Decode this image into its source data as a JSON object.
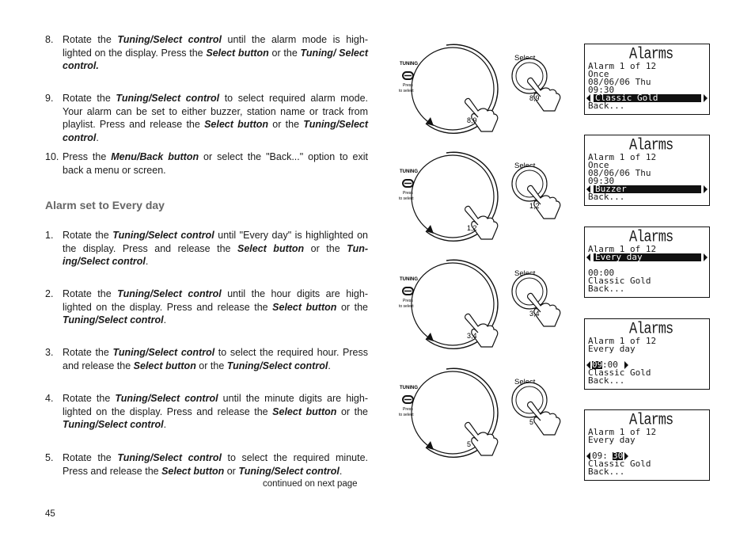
{
  "steps_top": [
    {
      "num": "8.",
      "parts": [
        "Rotate the ",
        {
          "b": "Tuning/Select control"
        },
        " until the alarm mode is high-lighted on the display.  Press the ",
        {
          "b": "Select button"
        },
        " or the ",
        {
          "b": "Tuning/ Select control."
        }
      ]
    },
    {
      "num": "9.",
      "parts": [
        "Rotate the ",
        {
          "b": "Tuning/Select control"
        },
        " to select required alarm mode. Your alarm can be  set to either buzzer, station name or track from playlist. Press and release the ",
        {
          "b": "Select button"
        },
        " or the ",
        {
          "b": "Tuning/Select control"
        },
        "."
      ]
    },
    {
      "num": "10.",
      "parts": [
        "Press the ",
        {
          "b": "Menu/Back button"
        },
        " or select the \"Back...\" option to exit back a menu or screen."
      ]
    }
  ],
  "section_heading": "Alarm set to Every day",
  "steps_bottom": [
    {
      "num": "1.",
      "parts": [
        "Rotate the ",
        {
          "b": "Tuning/Select control"
        },
        " until \"Every day\" is highlighted on the display.  Press and release the ",
        {
          "b": "Select button"
        },
        " or the ",
        {
          "b": "Tun-ing/Select control"
        },
        "."
      ]
    },
    {
      "num": "2.",
      "parts": [
        "Rotate the ",
        {
          "b": "Tuning/Select control"
        },
        " until the hour digits are high-lighted on the display.  Press and release the ",
        {
          "b": "Select button"
        },
        " or the ",
        {
          "b": "Tuning/Select control"
        },
        "."
      ]
    },
    {
      "num": "3.",
      "parts": [
        "Rotate the ",
        {
          "b": "Tuning/Select control"
        },
        " to select the required hour. Press and release the ",
        {
          "b": "Select button"
        },
        " or the ",
        {
          "b": "Tuning/Select control"
        },
        "."
      ]
    },
    {
      "num": "4.",
      "parts": [
        "Rotate the ",
        {
          "b": "Tuning/Select control"
        },
        " until the minute digits are high-lighted on the display.  Press and release the ",
        {
          "b": "Select button"
        },
        " or the ",
        {
          "b": "Tuning/Select control"
        },
        "."
      ]
    },
    {
      "num": "5.",
      "parts": [
        "Rotate the ",
        {
          "b": "Tuning/Select control"
        },
        " to select the required minute. Press and release the ",
        {
          "b": "Select button"
        },
        " or ",
        {
          "b": "Tuning/Select control"
        },
        "."
      ]
    }
  ],
  "continued": "continued on next page",
  "page_number": "45",
  "diagram_labels": {
    "tuning": "TUNING",
    "press1": "Press",
    "press2": "to select",
    "select": "Select"
  },
  "diagrams": [
    {
      "knob_step": "8,9",
      "select_step": "8,9"
    },
    {
      "knob_step": "1,2",
      "select_step": "1,2"
    },
    {
      "knob_step": "3,4",
      "select_step": "3,4"
    },
    {
      "knob_step": "5",
      "select_step": "5"
    }
  ],
  "screens": [
    {
      "title": "Alarms",
      "lines": [
        "Alarm 1 of 12",
        "Once",
        "08/06/06 Thu",
        "09:30",
        "Classic Gold",
        "Back..."
      ]
    },
    {
      "title": "Alarms",
      "lines": [
        "Alarm 1 of 12",
        "Once",
        "08/06/06 Thu",
        "09:30",
        "Buzzer",
        "Back..."
      ]
    },
    {
      "title": "Alarms",
      "lines": [
        "Alarm 1 of 12",
        "Every day",
        "",
        "00:00",
        "Classic Gold",
        "Back..."
      ]
    },
    {
      "title": "Alarms",
      "lines": [
        "Alarm 1 of 12",
        "Every day",
        "",
        "09",
        ":00",
        "Classic Gold",
        "Back..."
      ]
    },
    {
      "title": "Alarms",
      "lines": [
        "Alarm 1 of 12",
        "Every day",
        "",
        "09:",
        "30",
        "Classic Gold",
        "Back..."
      ]
    }
  ]
}
